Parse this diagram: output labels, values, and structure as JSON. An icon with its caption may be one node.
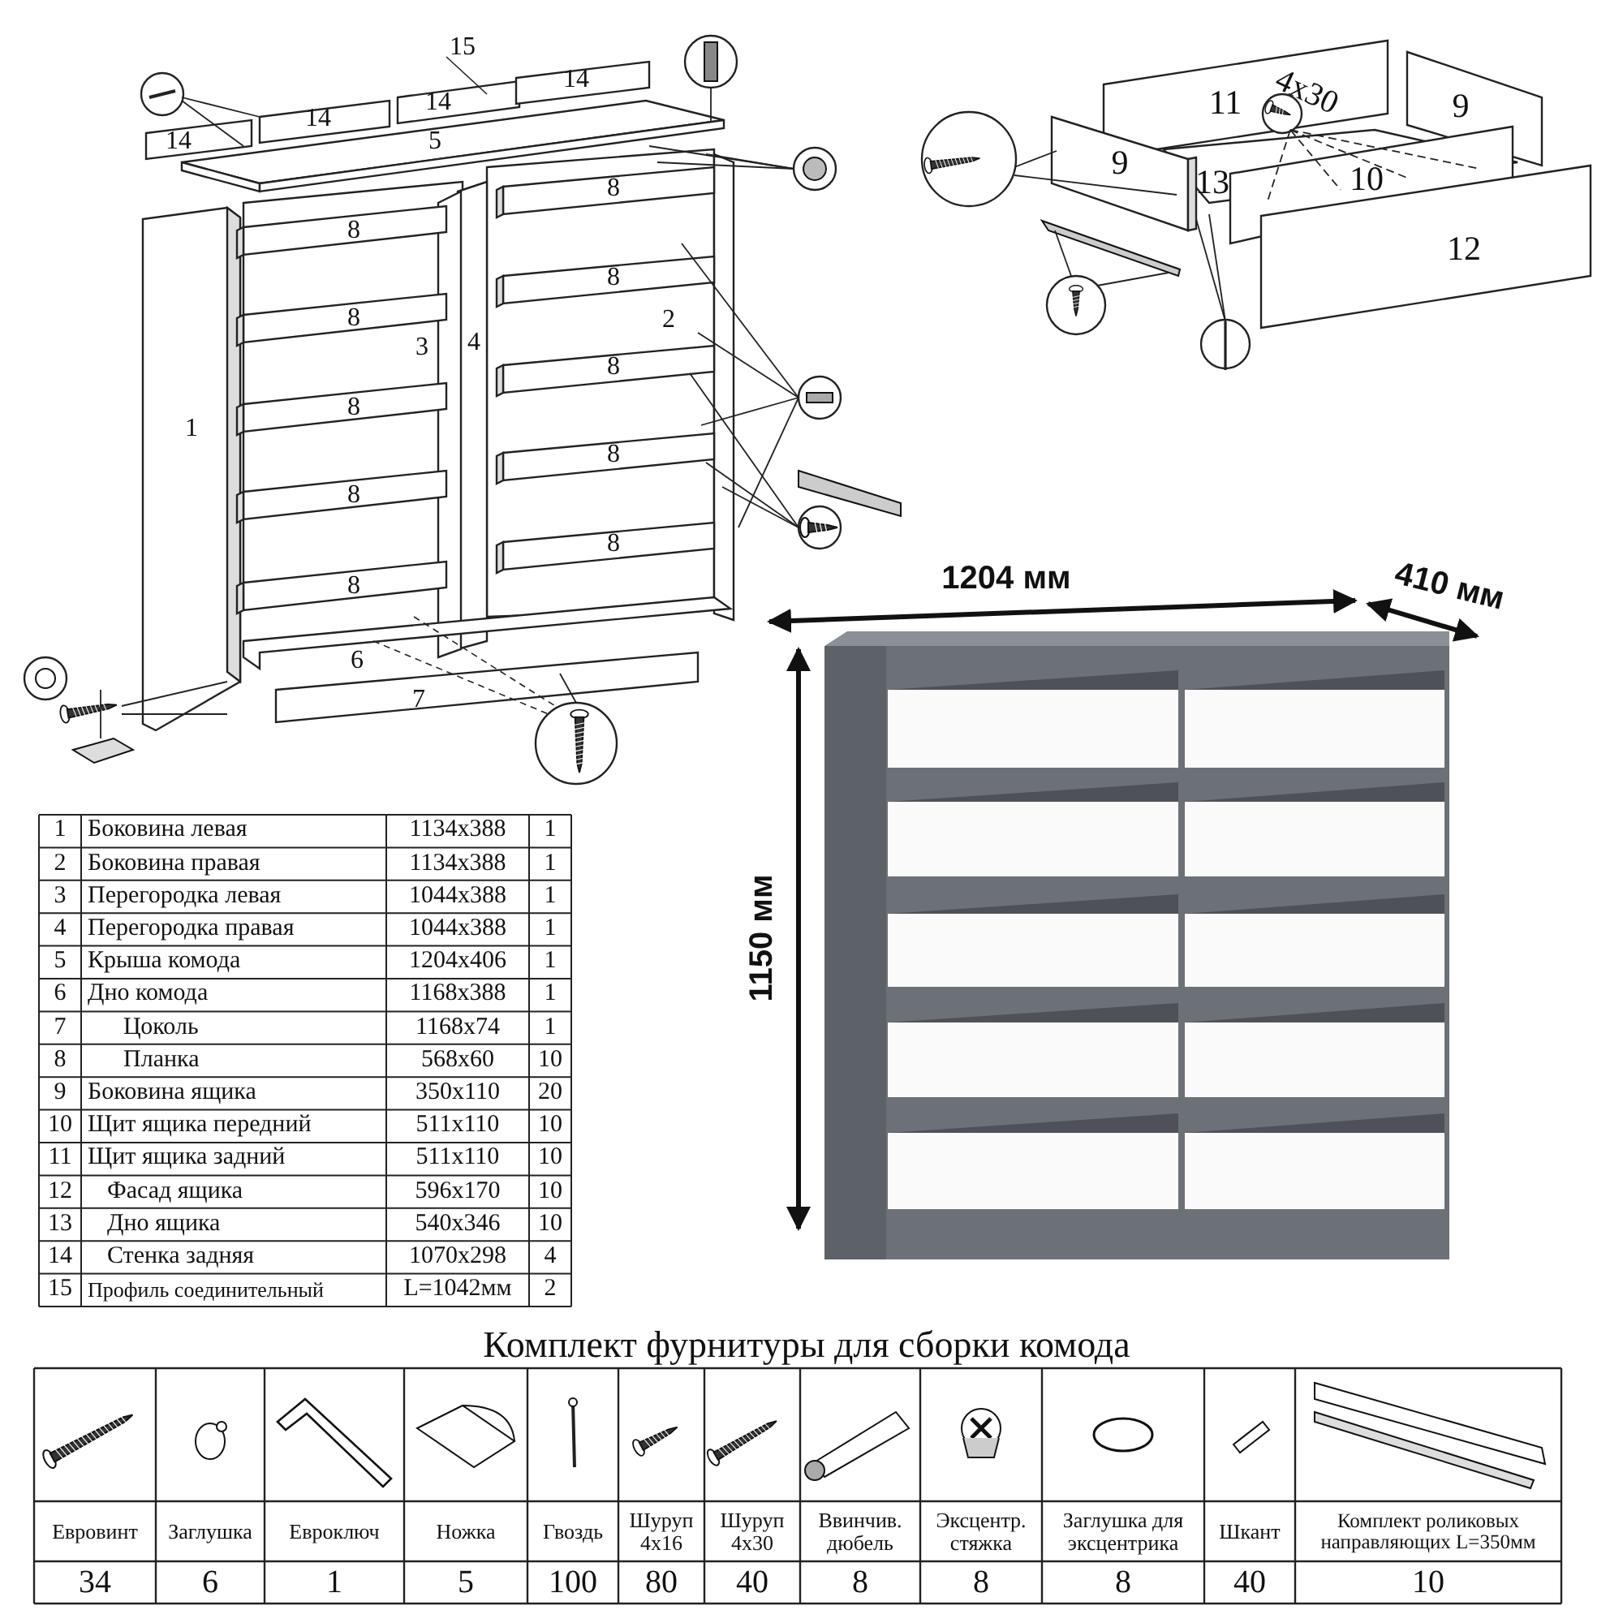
{
  "diagram": {
    "labels": [
      "15",
      "14",
      "14",
      "14",
      "14",
      "5",
      "8",
      "8",
      "8",
      "8",
      "2",
      "3",
      "4",
      "8",
      "8",
      "1",
      "8",
      "8",
      "8",
      "8",
      "6",
      "7",
      "11",
      "4x30",
      "9",
      "9",
      "13",
      "10",
      "12",
      "1204 мм",
      "410 мм",
      "1150 мм",
      "1",
      "Боковина левая",
      "1134x388",
      "1",
      "2",
      "Боковина правая",
      "1134x388",
      "1",
      "3",
      "Перегородка левая",
      "1044x388",
      "1",
      "4",
      "Перегородка правая",
      "1044x388",
      "1",
      "5",
      "Крыша комода",
      "1204x406",
      "1",
      "6",
      "Дно комода",
      "1168x388",
      "1",
      "7",
      "Цоколь",
      "1168x74",
      "1",
      "8",
      "Планка",
      "568x60",
      "10",
      "9",
      "Боковина ящика",
      "350x110",
      "20",
      "10",
      "Щит ящика передний",
      "511x110",
      "10",
      "11",
      "Щит ящика задний",
      "511x110",
      "10",
      "12",
      "Фасад ящика",
      "596x170",
      "10",
      "13",
      "Дно ящика",
      "540x346",
      "10",
      "14",
      "Стенка задняя",
      "1070x298",
      "4",
      "15",
      "Профиль соединительный",
      "L=1042мм",
      "2",
      "Комплект фурнитуры для сборки комода",
      "Евровинт",
      "Заглушка",
      "Евроключ",
      "Ножка",
      "Гвоздь",
      "Шуруп 4x16",
      "Шуруп 4x30",
      "Ввинчив. дюбель",
      "Эксцентр. стяжка",
      "Заглушка для эксцентрика",
      "Шкант",
      "Комплект роликовых направляющих L=350мм",
      "34",
      "6",
      "1",
      "5",
      "100",
      "80",
      "40",
      "8",
      "8",
      "8",
      "40",
      "10"
    ]
  }
}
